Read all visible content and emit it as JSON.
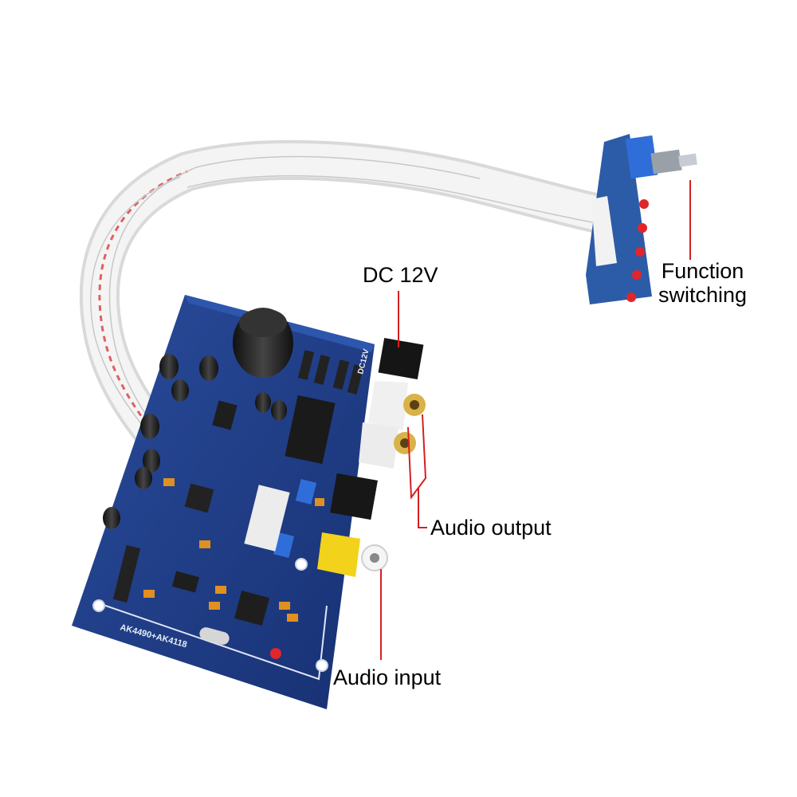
{
  "labels": {
    "dc": "DC 12V",
    "function_line1": "Function",
    "function_line2": "switching",
    "audio_output": "Audio output",
    "audio_input": "Audio input"
  },
  "board_print": {
    "chip_name": "AK4490+AK4118",
    "dc_marking": "DC12V"
  },
  "colors": {
    "background": "#ffffff",
    "pcb": "#1f3c86",
    "callout_line": "#d42020",
    "ribbon_cable": "#e8e8e8",
    "ribbon_stripe": "#e06060",
    "label_text": "#000000"
  }
}
